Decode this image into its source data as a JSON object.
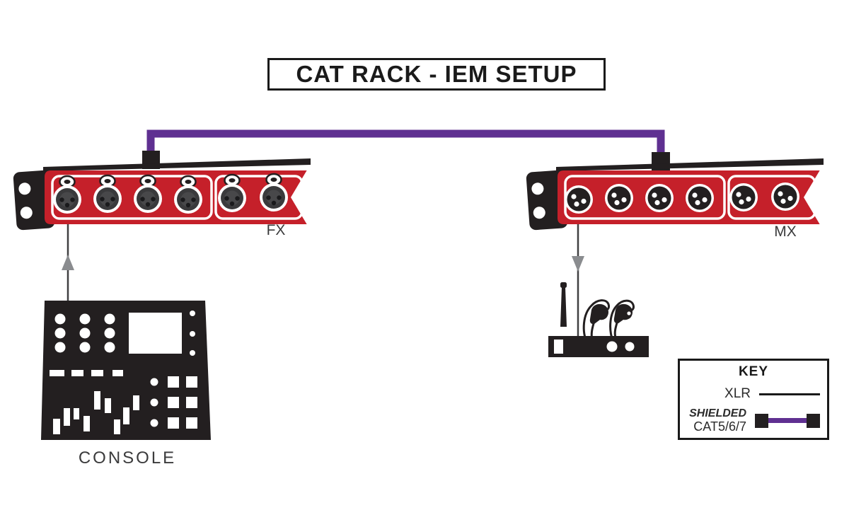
{
  "title": "CAT RACK - IEM SETUP",
  "fx_rack": {
    "label": "FX",
    "connectors": "6 female XLR ports",
    "port_groups": [
      4,
      2
    ]
  },
  "mx_rack": {
    "label": "MX",
    "connectors": "6 male XLR ports",
    "port_groups": [
      4,
      2
    ]
  },
  "console": {
    "label": "CONSOLE"
  },
  "iem": {
    "description": "wireless IEM transmitter with antenna and in-ear monitors"
  },
  "connections": {
    "console_to_fx": "XLR, arrow pointing up into FX rack",
    "fx_to_mx": "shielded CAT cable between rack tops",
    "mx_to_iem": "XLR, arrow pointing down into IEM transmitter"
  },
  "key": {
    "title": "KEY",
    "xlr": {
      "label": "XLR"
    },
    "cat": {
      "label_line1": "SHIELDED",
      "label_line2": "CAT5/6/7"
    }
  },
  "colors": {
    "red": "#C5202A",
    "purple": "#5F3091",
    "ink": "#231F20",
    "line_gray": "#414042",
    "arrow_gray": "#8A8C8F",
    "label_gray": "#3B3B3C"
  }
}
